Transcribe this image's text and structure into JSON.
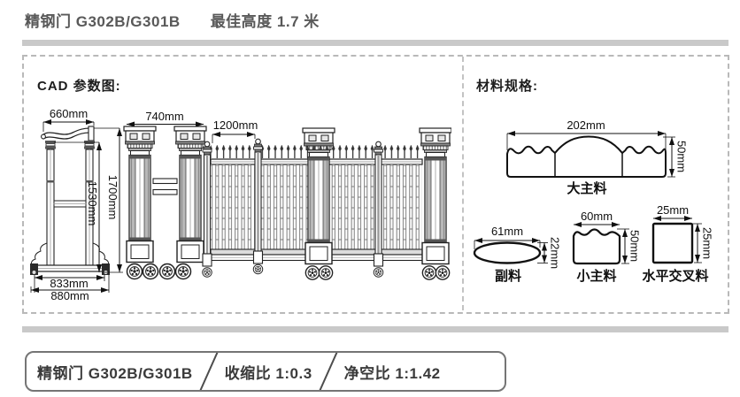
{
  "header": {
    "product": "精钢门 G302B/G301B",
    "best_height": "最佳高度 1.7 米"
  },
  "cad": {
    "label": "CAD 参数图:",
    "side_view": {
      "top_width": "660mm",
      "height_inner": "1530mm",
      "height_total": "1700mm",
      "base_inner": "833mm",
      "base_outer": "880mm"
    },
    "front_view": {
      "pillar_width": "740mm",
      "panel_width": "1200mm"
    }
  },
  "materials": {
    "label": "材料规格:",
    "items": [
      {
        "name": "大主料",
        "width": "202mm",
        "height": "50mm"
      },
      {
        "name": "副料",
        "width": "61mm",
        "height": "22mm"
      },
      {
        "name": "小主料",
        "width": "60mm",
        "height": "50mm"
      },
      {
        "name": "水平交叉料",
        "width": "25mm",
        "height": "25mm"
      }
    ]
  },
  "footer": {
    "product": "精钢门 G302B/G301B",
    "shrink_ratio": "收缩比 1:0.3",
    "clearance_ratio": "净空比 1:1.42"
  },
  "colors": {
    "line": "#222222",
    "divider_bar": "#c9c9c9",
    "dashed_border": "#b9b9b9"
  }
}
